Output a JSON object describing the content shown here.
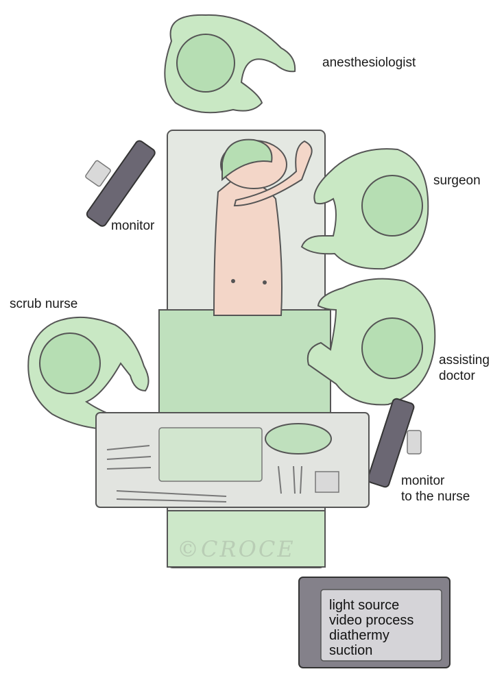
{
  "labels": {
    "anesthesiologist": "anesthesiologist",
    "surgeon": "surgeon",
    "monitor": "monitor",
    "scrub_nurse": "scrub nurse",
    "assisting_doctor_line1": "assisting",
    "assisting_doctor_line2": "doctor",
    "monitor_nurse_line1": "monitor",
    "monitor_nurse_line2": "to the nurse"
  },
  "tower": {
    "lines": [
      "light source",
      "video process",
      "diathermy",
      "suction"
    ]
  },
  "signature": "©CROCE",
  "colors": {
    "gown": "#c9e8c4",
    "gown_dark": "#a8d3a2",
    "cap": "#b6deb3",
    "table": "#e4e8e2",
    "drape": "#bfe0bd",
    "skin": "#f3d6c8",
    "monitor": "#6b6773",
    "tower": "#84818a",
    "tray": "#e2e4e0",
    "outline": "#4a4a4a"
  }
}
